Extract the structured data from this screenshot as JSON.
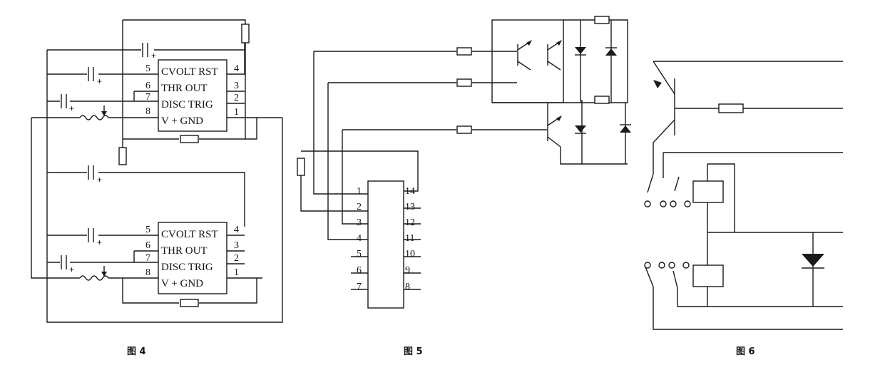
{
  "figures": [
    {
      "caption": "图 4",
      "ic_units": [
        {
          "labels": [
            "CVOLT RST",
            "THR OUT",
            "DISC TRIG",
            "V + GND"
          ],
          "left_pins": [
            "5",
            "6",
            "7",
            "8"
          ],
          "right_pins": [
            "4",
            "3",
            "2",
            "1"
          ]
        },
        {
          "labels": [
            "CVOLT RST",
            "THR OUT",
            "DISC TRIG",
            "V + GND"
          ],
          "left_pins": [
            "5",
            "6",
            "7",
            "8"
          ],
          "right_pins": [
            "4",
            "3",
            "2",
            "1"
          ]
        }
      ],
      "capacitor_polarity": "+"
    },
    {
      "caption": "图 5",
      "left_pins": [
        "1",
        "2",
        "3",
        "4",
        "5",
        "6",
        "7"
      ],
      "right_pins": [
        "14",
        "13",
        "12",
        "11",
        "10",
        "9",
        "8"
      ]
    },
    {
      "caption": "图 6"
    }
  ],
  "colors": {
    "ink": "#1a1a1a",
    "paper": "#ffffff"
  }
}
